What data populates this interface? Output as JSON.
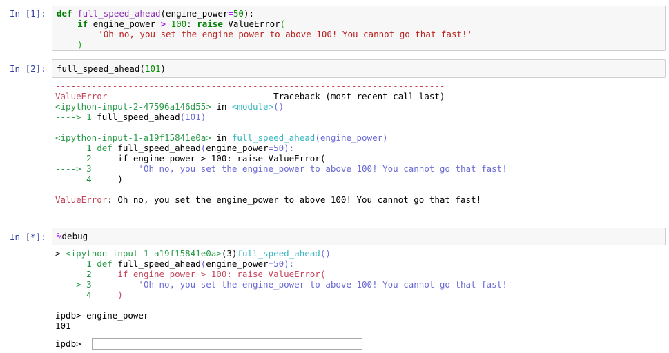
{
  "cells": [
    {
      "prompt": "In [1]:",
      "code_lines": [
        {
          "parts": [
            {
              "t": "def",
              "c": "kw"
            },
            {
              "t": " ",
              "c": ""
            },
            {
              "t": "full_speed_ahead",
              "c": "fn-def"
            },
            {
              "t": "(engine_power",
              "c": ""
            },
            {
              "t": "=",
              "c": "op"
            },
            {
              "t": "50",
              "c": "num"
            },
            {
              "t": "):",
              "c": ""
            }
          ]
        },
        {
          "parts": [
            {
              "t": "    ",
              "c": ""
            },
            {
              "t": "if",
              "c": "kw"
            },
            {
              "t": " engine_power ",
              "c": ""
            },
            {
              "t": ">",
              "c": "op"
            },
            {
              "t": " ",
              "c": ""
            },
            {
              "t": "100",
              "c": "num"
            },
            {
              "t": ": ",
              "c": ""
            },
            {
              "t": "raise",
              "c": "kw"
            },
            {
              "t": " ValueError",
              "c": ""
            },
            {
              "t": "(",
              "c": "paren-g"
            }
          ]
        },
        {
          "parts": [
            {
              "t": "        ",
              "c": ""
            },
            {
              "t": "'Oh no, you set the engine_power to above 100! You cannot go that fast!'",
              "c": "str"
            }
          ]
        },
        {
          "parts": [
            {
              "t": "    ",
              "c": ""
            },
            {
              "t": ")",
              "c": "paren-g"
            }
          ]
        }
      ]
    },
    {
      "prompt": "In [2]:",
      "code_lines": [
        {
          "parts": [
            {
              "t": "full_speed_ahead(",
              "c": ""
            },
            {
              "t": "101",
              "c": "num"
            },
            {
              "t": ")",
              "c": ""
            }
          ]
        }
      ],
      "output_lines": [
        {
          "parts": [
            {
              "t": "---------------------------------------------------------------------------",
              "c": "tb-red"
            }
          ]
        },
        {
          "parts": [
            {
              "t": "ValueError",
              "c": "tb-red"
            },
            {
              "t": "                                Traceback (most recent call last)",
              "c": ""
            }
          ]
        },
        {
          "parts": [
            {
              "t": "<ipython-input-2-47596a146d55>",
              "c": "tb-green"
            },
            {
              "t": " in ",
              "c": ""
            },
            {
              "t": "<module>",
              "c": "tb-cyan"
            },
            {
              "t": "()",
              "c": "tb-blue"
            }
          ]
        },
        {
          "parts": [
            {
              "t": "----> 1",
              "c": "tb-green"
            },
            {
              "t": " full_speed_ahead",
              "c": ""
            },
            {
              "t": "(101)",
              "c": "tb-blue"
            }
          ]
        },
        {
          "parts": [
            {
              "t": "",
              "c": ""
            }
          ]
        },
        {
          "parts": [
            {
              "t": "<ipython-input-1-a19f15841e0a>",
              "c": "tb-green"
            },
            {
              "t": " in ",
              "c": ""
            },
            {
              "t": "full_speed_ahead",
              "c": "tb-cyan"
            },
            {
              "t": "(engine_power)",
              "c": "tb-blue"
            }
          ]
        },
        {
          "parts": [
            {
              "t": "      1",
              "c": "tb-lnum"
            },
            {
              "t": " def",
              "c": "tb-green"
            },
            {
              "t": " full_speed_ahead",
              "c": ""
            },
            {
              "t": "(",
              "c": "tb-blue"
            },
            {
              "t": "engine_power",
              "c": ""
            },
            {
              "t": "=50):",
              "c": "tb-blue"
            }
          ]
        },
        {
          "parts": [
            {
              "t": "      2",
              "c": "tb-lnum"
            },
            {
              "t": "     if engine_power > 100: raise ValueError(",
              "c": ""
            }
          ]
        },
        {
          "parts": [
            {
              "t": "----> 3",
              "c": "tb-green"
            },
            {
              "t": "         'Oh no, you set the engine_power to above 100! You cannot go that fast!'",
              "c": "tb-blue"
            }
          ]
        },
        {
          "parts": [
            {
              "t": "      4",
              "c": "tb-lnum"
            },
            {
              "t": "     )",
              "c": ""
            }
          ]
        },
        {
          "parts": [
            {
              "t": "",
              "c": ""
            }
          ]
        },
        {
          "parts": [
            {
              "t": "ValueError",
              "c": "tb-red"
            },
            {
              "t": ": Oh no, you set the engine_power to above 100! You cannot go that fast!",
              "c": ""
            }
          ]
        }
      ]
    },
    {
      "prompt": "In [*]:",
      "code_lines": [
        {
          "parts": [
            {
              "t": "%",
              "c": "magic"
            },
            {
              "t": "debug",
              "c": ""
            }
          ]
        }
      ],
      "output_lines": [
        {
          "parts": [
            {
              "t": "> ",
              "c": ""
            },
            {
              "t": "<ipython-input-1-a19f15841e0a>",
              "c": "tb-green"
            },
            {
              "t": "(3)",
              "c": ""
            },
            {
              "t": "full_speed_ahead",
              "c": "tb-cyan"
            },
            {
              "t": "()",
              "c": "tb-blue"
            }
          ]
        },
        {
          "parts": [
            {
              "t": "      1",
              "c": "tb-lnum"
            },
            {
              "t": " def",
              "c": "tb-green"
            },
            {
              "t": " full_speed_ahead",
              "c": ""
            },
            {
              "t": "(",
              "c": "tb-blue"
            },
            {
              "t": "engine_power",
              "c": ""
            },
            {
              "t": "=50):",
              "c": "tb-blue"
            }
          ]
        },
        {
          "parts": [
            {
              "t": "      2",
              "c": "tb-lnum"
            },
            {
              "t": "     if engine_power > 100: raise ValueError(",
              "c": "tb-red"
            }
          ]
        },
        {
          "parts": [
            {
              "t": "----> 3",
              "c": "tb-green"
            },
            {
              "t": "         'Oh no, you set the engine_power to above 100! You cannot go that fast!'",
              "c": "tb-blue"
            }
          ]
        },
        {
          "parts": [
            {
              "t": "      4",
              "c": "tb-lnum"
            },
            {
              "t": "     )",
              "c": "tb-red"
            }
          ]
        },
        {
          "parts": [
            {
              "t": "",
              "c": ""
            }
          ]
        },
        {
          "parts": [
            {
              "t": "ipdb> engine_power",
              "c": ""
            }
          ]
        },
        {
          "parts": [
            {
              "t": "101",
              "c": ""
            }
          ]
        }
      ],
      "ipdb_prompt": "ipdb>",
      "ipdb_input_value": ""
    }
  ]
}
